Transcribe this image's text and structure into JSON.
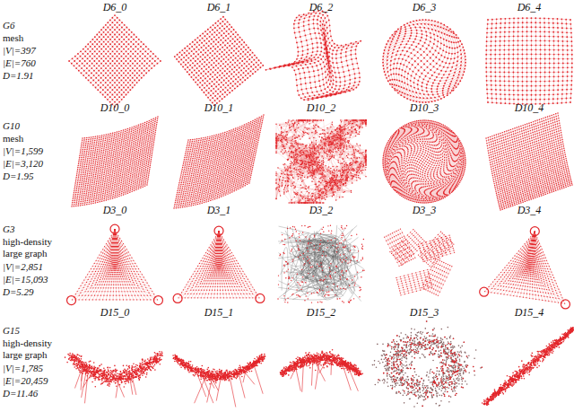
{
  "diagram": {
    "labels": [
      "D6_0",
      "D6_1",
      "D6_2",
      "D6_3",
      "D6_4",
      "G6",
      "mesh",
      "|V|=397",
      "|E|=760",
      "D=1.91",
      "D10_0",
      "D10_1",
      "D10_2",
      "D10_3",
      "D10_4",
      "G10",
      "mesh",
      "|V|=1,599",
      "|E|=3,120",
      "D=1.95",
      "D3_0",
      "D3_1",
      "D3_2",
      "D3_3",
      "D3_4",
      "G3",
      "high-density large graph",
      "|V|=2,851",
      "|E|=15,093",
      "D=5.29",
      "D15_0",
      "D15_1",
      "D15_2",
      "D15_3",
      "D15_4",
      "G15",
      "high-density large graph",
      "|V|=1,785",
      "|E|=20,459",
      "D=11.46"
    ]
  }
}
